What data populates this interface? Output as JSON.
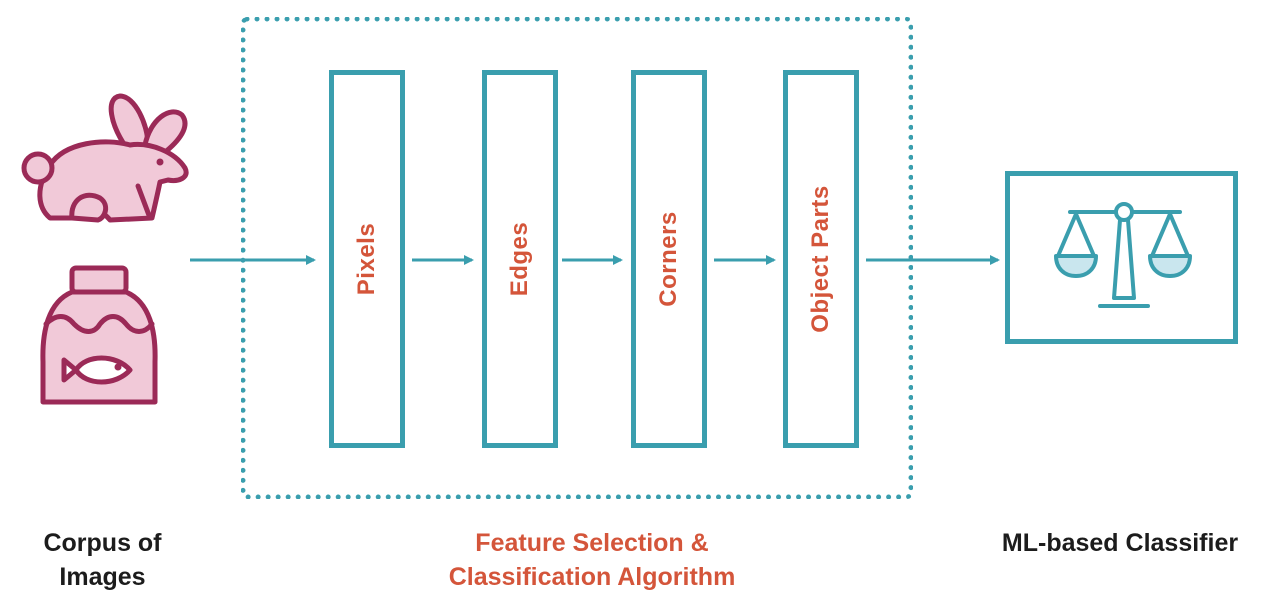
{
  "stages": [
    {
      "label": "Pixels"
    },
    {
      "label": "Edges"
    },
    {
      "label": "Corners"
    },
    {
      "label": "Object Parts"
    }
  ],
  "captions": {
    "corpus_line1": "Corpus of",
    "corpus_line2": "Images",
    "feature_line1": "Feature Selection &",
    "feature_line2": "Classification Algorithm",
    "classifier": "ML-based Classifier"
  },
  "icons": {
    "rabbit": "rabbit-icon",
    "fishbowl": "fishbowl-icon",
    "scale": "balance-scale-icon"
  },
  "colors": {
    "teal": "#3a9eae",
    "orange": "#d4553a",
    "maroon": "#9b2a57",
    "pink": "#f1c9d8",
    "light_teal": "#c9e6ee"
  }
}
